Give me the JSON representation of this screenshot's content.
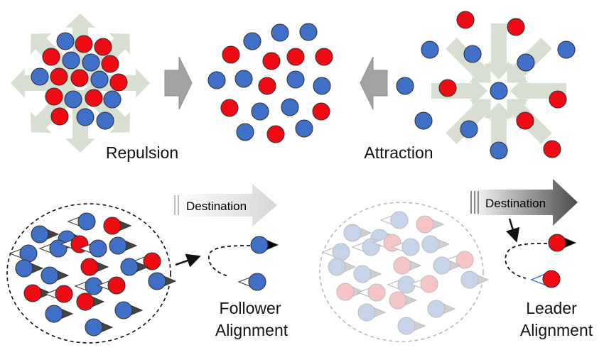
{
  "colors": {
    "blue": "#3f6fc6",
    "red": "#ee0b14",
    "fade_blue": "#c5d4ea",
    "fade_red": "#f6c4c6",
    "arrow_sage": "#d6ddd0",
    "arrow_gray": "#a0a0a0",
    "triangle_dark": "#444444"
  },
  "labels": {
    "repulsion": "Repulsion",
    "attraction": "Attraction",
    "destination_left": "Destination",
    "destination_right": "Destination",
    "follower": [
      "Follower",
      "Alignment"
    ],
    "leader": [
      "Leader",
      "Alignment"
    ]
  }
}
